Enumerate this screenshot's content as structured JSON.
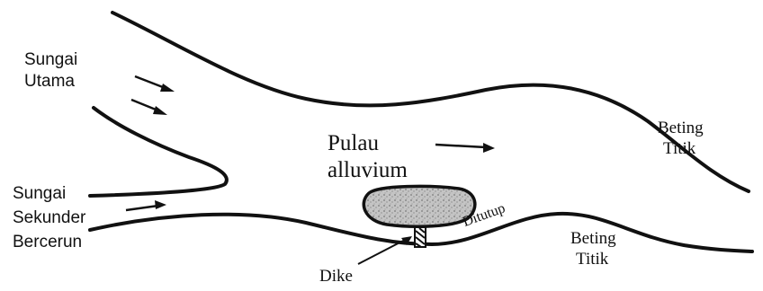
{
  "labels": {
    "main_river_line1": "Sungai",
    "main_river_line2": "Utama",
    "secondary_river_line1": "Sungai",
    "secondary_river_line2": "Sekunder",
    "secondary_river_line3": "Bercerun",
    "island_line1": "Pulau",
    "island_line2": "alluvium",
    "point_bar_upper_line1": "Beting",
    "point_bar_upper_line2": "Titik",
    "point_bar_lower_line1": "Beting",
    "point_bar_lower_line2": "Titik",
    "closed": "Ditutup",
    "dike": "Dike"
  },
  "colors": {
    "ink": "#111111",
    "island_fill": "#b8b8b8",
    "background": "#ffffff"
  }
}
